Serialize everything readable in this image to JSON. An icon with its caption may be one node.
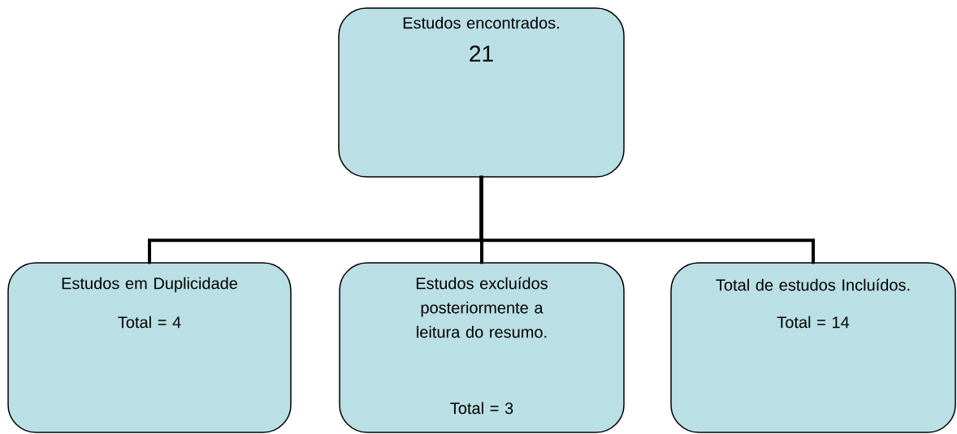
{
  "diagram": {
    "nodes": [
      {
        "text": [
          "Estudos encontrados.",
          "21"
        ]
      },
      {
        "text": [
          "Estudos em Duplicidade",
          "Total = 4"
        ]
      },
      {
        "text": [
          "Estudos excluídos posteriormente a leitura do resumo.",
          "Total = 3"
        ]
      },
      {
        "text": [
          "Total de estudos Incluídos.",
          "Total = 14"
        ]
      }
    ],
    "edges": [
      {
        "from": 0,
        "to": 1,
        "arrow": "none"
      },
      {
        "from": 0,
        "to": 2,
        "arrow": "none"
      },
      {
        "from": 0,
        "to": 3,
        "arrow": "none"
      }
    ]
  }
}
